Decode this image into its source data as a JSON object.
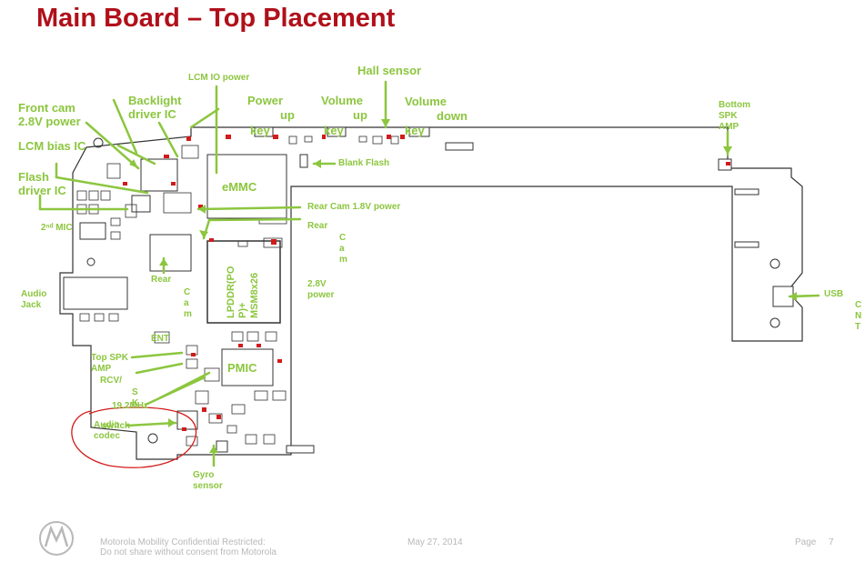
{
  "title": "Main Board – Top Placement",
  "labels": {
    "front_cam": "Front cam\n2.8V power",
    "lcm_bias": "LCM bias IC",
    "flash_driver": "Flash\ndriver IC",
    "mic2": "2ⁿᵈ MIC",
    "audio_jack": "Audio\nJack",
    "backlight": "Backlight\ndriver IC",
    "lcm_io": "LCM IO power",
    "power_key_1": "Power",
    "power_key_2": "up",
    "power_key_3": "key",
    "volume_up_1": "Volume",
    "volume_up_2": "up",
    "volume_up_3": "key",
    "hall": "Hall sensor",
    "volume_down_1": "Volume",
    "volume_down_2": "down",
    "volume_down_3": "key",
    "blank_flash": "Blank Flash",
    "emmc": "eMMC",
    "rear_cam_18": "Rear Cam 1.8V power",
    "rear_cam_28_a": "Rear",
    "rear_cam_28_b": "C\na\nm",
    "rear_cam_28_c": "2.8V\npower",
    "rear_cam_conn_a": "Rear",
    "rear_cam_conn_b": "C\na\nm",
    "lpddr": "LPDDR(PO\nP)+\nMSM8x26",
    "bottom_spk": "Bottom\nSPK\nAMP",
    "usb": "USB",
    "usb_cnt": "C\nN\nT",
    "top_spk": "Top SPK\nAMP",
    "rcv": "RCV/",
    "sk": "S\nK",
    "xtal": "19.2MHz",
    "pmic": "PMIC",
    "audio_codec": "Audio\ncodec",
    "switch": "switch",
    "gyro": "Gyro\nsensor",
    "ent": "ENT"
  },
  "footer": {
    "confidential": "Motorola Mobility Confidential Restricted:\nDo not share without consent from Motorola",
    "date": "May 27, 2014",
    "page_label": "Page",
    "page_number": "7"
  },
  "colors": {
    "title": "#b0101a",
    "label": "#8cc63f",
    "annotation": "#d21a1a",
    "board_outline": "#333333",
    "footer": "#b8b8b8"
  },
  "icons": [
    "motorola-logo"
  ]
}
